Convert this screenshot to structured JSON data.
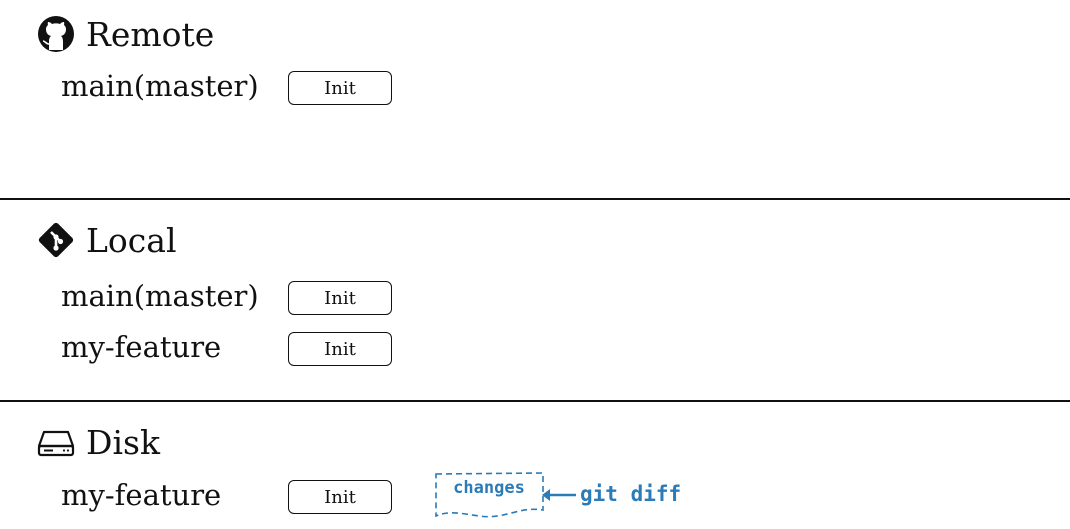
{
  "remote": {
    "title": "Remote",
    "icon": "github-icon",
    "branches": [
      {
        "name": "main(master)",
        "commit_label": "Init"
      }
    ]
  },
  "local": {
    "title": "Local",
    "icon": "git-diamond-icon",
    "branches": [
      {
        "name": "main(master)",
        "commit_label": "Init"
      },
      {
        "name": "my-feature",
        "commit_label": "Init"
      }
    ]
  },
  "disk": {
    "title": "Disk",
    "icon": "hard-drive-icon",
    "branches": [
      {
        "name": "my-feature",
        "commit_label": "Init"
      }
    ],
    "changes_label": "changes",
    "diff_command": "git diff"
  },
  "colors": {
    "text": "#111111",
    "accent": "#2a7bb8"
  }
}
